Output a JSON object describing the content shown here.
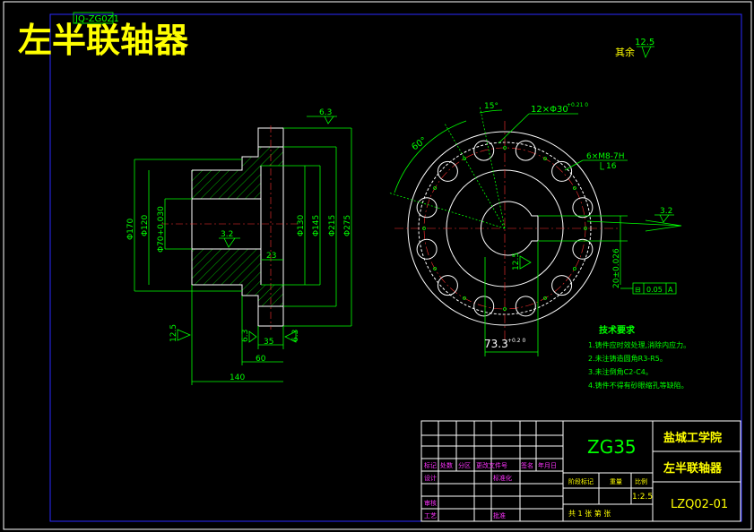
{
  "drawing": {
    "main_title": "左半联轴器",
    "top_stamp": "JQ-ZG0Z1",
    "rest_label": "其余",
    "rest_roughness": "12.5"
  },
  "section_view": {
    "roughness_top": "6.3",
    "roughness_bore": "3.2",
    "roughness_left": "12.5",
    "roughness_flange_a": "6.3",
    "roughness_flange_b": "6.3",
    "dims_vertical": [
      "Φ170",
      "Φ120",
      "Φ70+0.030",
      "Φ130",
      "Φ145",
      "Φ215",
      "Φ275"
    ],
    "dim_23": "23",
    "dim_35": "35",
    "dim_60": "60",
    "dim_140": "140"
  },
  "front_view": {
    "angle_15": "15°",
    "angle_60": "60°",
    "holes_label": "12×Φ30",
    "holes_tol": "+0.21 0",
    "threads_label": "6×M8-7H",
    "thread_depth": "16",
    "roughness_right": "3.2",
    "roughness_key": "12.5",
    "key_width": "20±0.026",
    "tolerance_frame": [
      "⊟",
      "0.05",
      "A"
    ],
    "keyway_dim": "73.3",
    "keyway_tol": "+0.2 0"
  },
  "tech_requirements": {
    "title": "技术要求",
    "items": [
      "1.铸件应时效处理,消除内应力。",
      "2.未注铸造圆角R3-R5。",
      "3.未注倒角C2-C4。",
      "4.铸件不得有砂眼缩孔等缺陷。"
    ]
  },
  "title_block": {
    "material": "ZG35",
    "school": "盐城工学院",
    "part_name": "左半联轴器",
    "drawing_no": "LZQ02-01",
    "scale": "1:2.5",
    "headers": [
      "标记",
      "处数",
      "分区",
      "更改文件号",
      "签名",
      "年月日"
    ],
    "row_design": [
      "设计",
      "标准化"
    ],
    "row_check": "审核",
    "row_process": "工艺",
    "approve": "批准",
    "stage_label": "阶段标记",
    "weight_label": "重量",
    "scale_label": "比例",
    "sheet_info": "共 1 张  第  张"
  },
  "colors": {
    "outline": "#ffffff",
    "dimension": "#00ff00",
    "frame": "#2a2aff",
    "title": "#ffff00",
    "label": "#ff33ff"
  }
}
